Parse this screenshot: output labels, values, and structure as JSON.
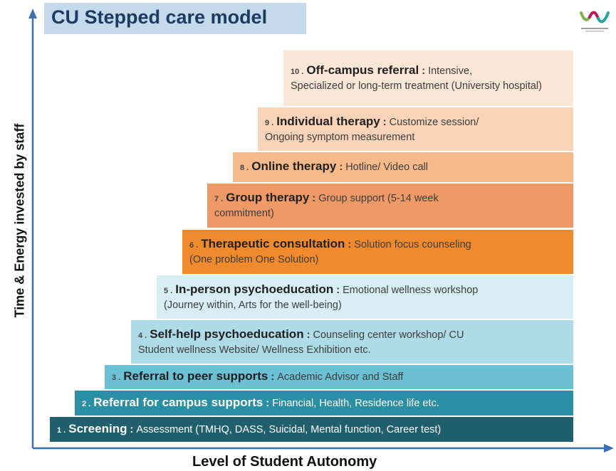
{
  "title": "CU Stepped care model",
  "logo": {
    "icon": "university-wellness-logo-icon",
    "colors": [
      "#7cb342",
      "#c2185b",
      "#26a69a"
    ]
  },
  "axes": {
    "ylabel": "Time & Energy invested by staff",
    "xlabel": "Level of Student Autonomy"
  },
  "steps": [
    {
      "num": "1 .",
      "name": "Screening",
      "colon": " : ",
      "desc1": "Assessment (TMHQ, DASS, Suicidal, Mental function, Career test)",
      "desc2": "",
      "color": "#1f5f6e",
      "dark": true
    },
    {
      "num": "2 .",
      "name": "Referral for campus supports",
      "colon": " : ",
      "desc1": "Financial, Health, Residence life etc.",
      "desc2": "",
      "color": "#2a8fa5",
      "dark": true
    },
    {
      "num": "3 .",
      "name": "Referral to peer supports",
      "colon": " : ",
      "desc1": " Academic Advisor and Staff",
      "desc2": "",
      "color": "#6cc0d4",
      "dark": false
    },
    {
      "num": "4 .",
      "name": "Self-help psychoeducation",
      "colon": " : ",
      "desc1": "Counseling center workshop/ CU",
      "desc2": "Student wellness Website/ Wellness Exhibition etc.",
      "color": "#aedbe8",
      "dark": false
    },
    {
      "num": "5 .",
      "name": "In-person psychoeducation",
      "colon": " : ",
      "desc1": "Emotional wellness workshop",
      "desc2": "(Journey within, Arts for the well-being)",
      "color": "#d8eef5",
      "dark": false
    },
    {
      "num": "6 .",
      "name": "Therapeutic consultation",
      "colon": " : ",
      "desc1": "Solution focus counseling",
      "desc2": "(One problem One Solution)",
      "color": "#f08a2c",
      "dark": false
    },
    {
      "num": "7 .",
      "name": "Group therapy",
      "colon": " : ",
      "desc1": "Group support (5-14 week",
      "desc2": "commitment)",
      "color": "#ef9a66",
      "dark": false
    },
    {
      "num": "8 .",
      "name": "Online therapy",
      "colon": " : ",
      "desc1": "Hotline/ Video call",
      "desc2": "",
      "color": "#f5b98a",
      "dark": false
    },
    {
      "num": "9 .",
      "name": "Individual therapy",
      "colon": " : ",
      "desc1": "Customize session/",
      "desc2": "Ongoing symptom measurement",
      "color": "#f9d4b8",
      "dark": false
    },
    {
      "num": "10 .",
      "name": "Off-campus referral",
      "colon": " : ",
      "desc1": "Intensive,",
      "desc2": "Specialized or long-term treatment (University hospital)",
      "color": "#fce6d6",
      "dark": false
    }
  ]
}
